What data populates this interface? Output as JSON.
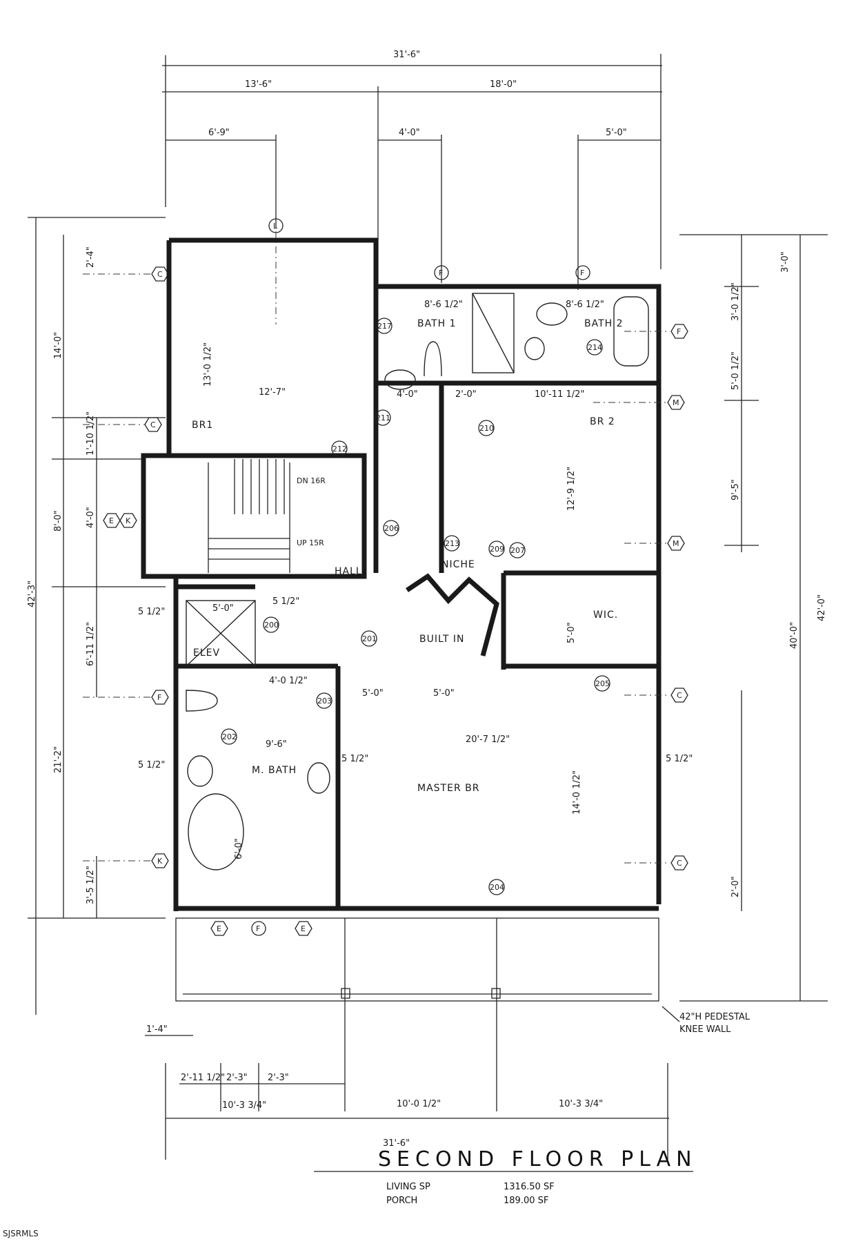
{
  "plan": {
    "title": "SECOND FLOOR PLAN",
    "areas": [
      {
        "label": "LIVING SP",
        "value": "1316.50 SF"
      },
      {
        "label": "PORCH",
        "value": "189.00 SF"
      }
    ],
    "rooms": {
      "br1": "BR1",
      "bath1": "BATH 1",
      "bath2": "BATH 2",
      "br2": "BR 2",
      "hall": "HALL",
      "niche": "NICHE",
      "wic": "WIC.",
      "elev": "ELEV",
      "built_in": "BUILT IN",
      "m_bath": "M. BATH",
      "master_br": "MASTER BR",
      "stair_dn": "DN 16R",
      "stair_up": "UP 15R"
    },
    "dimensions": {
      "overall_top": "31'-6\"",
      "top_left": "13'-6\"",
      "top_right": "18'-0\"",
      "top_a": "6'-9\"",
      "top_b": "4'-0\"",
      "top_c": "5'-0\"",
      "left_overall": "42'-3\"",
      "left_14": "14'-0\"",
      "left_8": "8'-0\"",
      "left_4": "4'-0\"",
      "left_21": "21'-2\"",
      "left_2_4": "2'-4\"",
      "left_1_10": "1'-10 1/2\"",
      "left_6_11": "6'-11 1/2\"",
      "left_3_5": "3'-5 1/2\"",
      "right_40": "40'-0\"",
      "right_42": "42'-0\"",
      "right_3": "3'-0\"",
      "right_3b": "3'-0 1/2\"",
      "right_5": "5'-0 1/2\"",
      "right_9_5": "9'-5\"",
      "right_2": "2'-0\"",
      "bottom_overall": "31'-6\"",
      "bottom_a": "2'-11 1/2\"",
      "bottom_b": "2'-3\"",
      "bottom_c": "2'-3\"",
      "bottom_d": "10'-3 3/4\"",
      "bottom_e": "10'-0 1/2\"",
      "bottom_f": "10'-3 3/4\"",
      "bottom_1_4": "1'-4\"",
      "br1_w": "12'-7\"",
      "br1_h": "13'-0 1/2\"",
      "bath1_w": "8'-6 1/2\"",
      "bath2_w": "8'-6 1/2\"",
      "closet_w": "4'-0\"",
      "closet2_w": "2'-0\"",
      "br2_w": "10'-11 1/2\"",
      "br2_h": "12'-9 1/2\"",
      "elev_w": "5'-0\"",
      "wic_h": "5'-0\"",
      "mb_w1": "5'-0\"",
      "mb_w2": "5'-0\"",
      "master_w": "20'-7 1/2\"",
      "master_h": "14'-0 1/2\"",
      "mbath_w": "9'-6\"",
      "mbath_top": "4'-0 1/2\"",
      "tub": "6'-0\"",
      "half": "5 1/2\""
    },
    "notes": {
      "knee_wall": "42\"H PEDESTAL KNEE WALL"
    },
    "grid_tags": [
      "C",
      "C",
      "E",
      "K",
      "F",
      "K",
      "L",
      "F",
      "F",
      "F",
      "M",
      "M",
      "C",
      "C",
      "E",
      "F",
      "E"
    ],
    "door_tags": [
      "217",
      "211",
      "212",
      "210",
      "213",
      "209",
      "200",
      "201",
      "202",
      "203",
      "205",
      "204",
      "207",
      "206",
      "214"
    ]
  },
  "source": "SJSRMLS"
}
